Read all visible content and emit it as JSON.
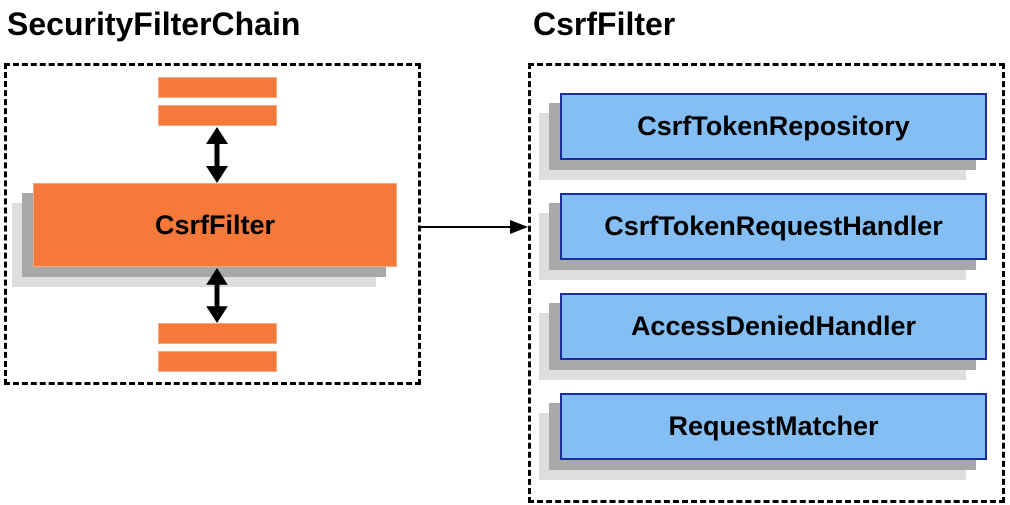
{
  "titles": {
    "left": "SecurityFilterChain",
    "right": "CsrfFilter"
  },
  "left_panel": {
    "filter_box_label": "CsrfFilter"
  },
  "right_panel": {
    "boxes": [
      {
        "label": "CsrfTokenRepository"
      },
      {
        "label": "CsrfTokenRequestHandler"
      },
      {
        "label": "AccessDeniedHandler"
      },
      {
        "label": "RequestMatcher"
      }
    ]
  },
  "icons": {
    "double_headed_arrow": "double-headed-arrow-icon",
    "flow_arrow": "right-arrow-icon"
  },
  "colors": {
    "orange": "#F4793B",
    "orange_light": "#F8A87E",
    "blue": "#84BEF2",
    "blue_border": "#1C2D9C",
    "shadow_dark": "#A8A8A8",
    "shadow_light": "#DEDEDE",
    "arrow": "#000000"
  }
}
